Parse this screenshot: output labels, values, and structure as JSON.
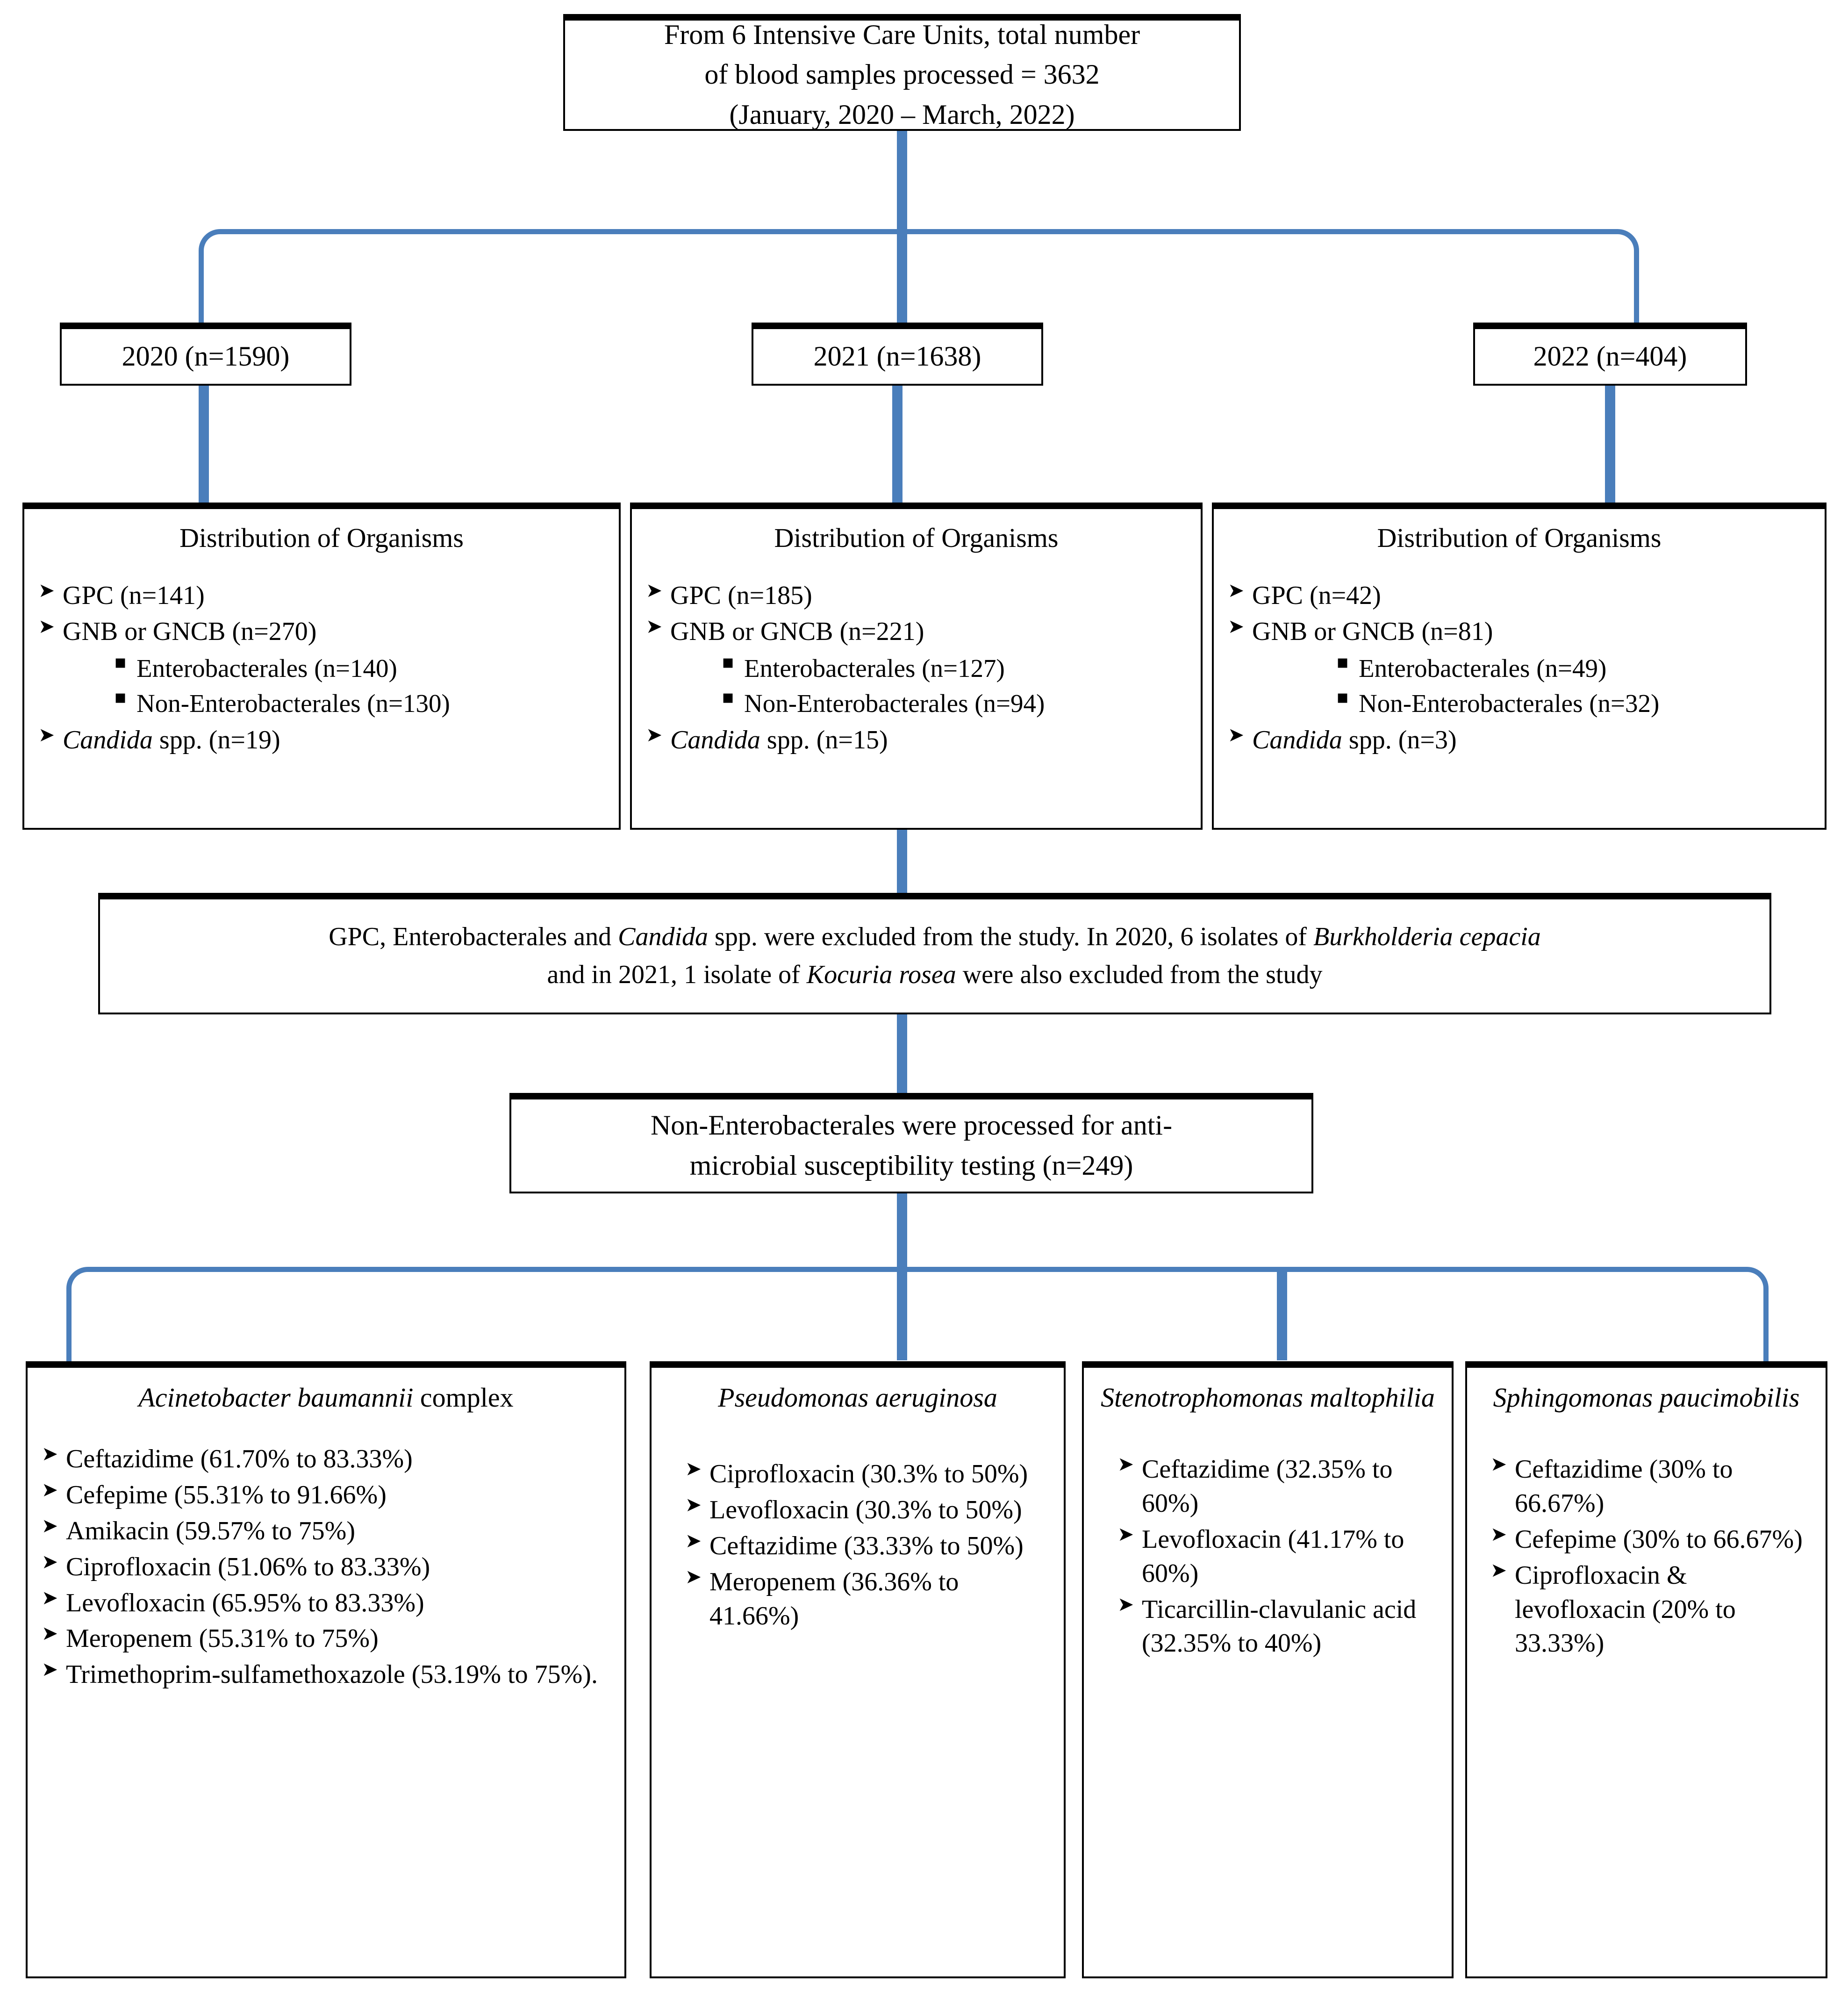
{
  "top_box": {
    "lines": [
      "From 6 Intensive Care Units, total number",
      "of blood samples processed = 3632",
      "(January, 2020 – March, 2022)"
    ]
  },
  "year_boxes": [
    {
      "label": "2020 (n=1590)"
    },
    {
      "label": "2021 (n=1638)"
    },
    {
      "label": "2022 (n=404)"
    }
  ],
  "distribution_boxes": [
    {
      "heading": "Distribution of Organisms",
      "items": [
        {
          "text": "GPC (n=141)"
        },
        {
          "text": "GNB or GNCB (n=270)",
          "sub": [
            "Enterobacterales (n=140)",
            "Non-Enterobacterales (n=130)"
          ]
        },
        {
          "italic_prefix": "Candida",
          "text": " spp. (n=19)"
        }
      ]
    },
    {
      "heading": "Distribution of Organisms",
      "items": [
        {
          "text": "GPC (n=185)"
        },
        {
          "text": "GNB or GNCB (n=221)",
          "sub": [
            "Enterobacterales (n=127)",
            "Non-Enterobacterales (n=94)"
          ]
        },
        {
          "italic_prefix": "Candida",
          "text": " spp. (n=15)"
        }
      ]
    },
    {
      "heading": "Distribution of Organisms",
      "items": [
        {
          "text": "GPC (n=42)"
        },
        {
          "text": "GNB or GNCB (n=81)",
          "sub": [
            "Enterobacterales (n=49)",
            "Non-Enterobacterales (n=32)"
          ]
        },
        {
          "italic_prefix": "Candida",
          "text": " spp. (n=3)"
        }
      ]
    }
  ],
  "exclusion_box": {
    "line1_a": "GPC, Enterobacterales and ",
    "line1_italic": "Candida",
    "line1_b": " spp. were excluded from the study. In 2020, 6 isolates of ",
    "line1_italic2": "Burkholderia cepacia",
    "line2_a": "and in 2021, 1 isolate of ",
    "line2_italic": "Kocuria rosea",
    "line2_b": " were also excluded from the study"
  },
  "ast_box": {
    "lines": [
      "Non-Enterobacterales were processed for anti-",
      "microbial susceptibility testing (n=249)"
    ]
  },
  "organism_panels": [
    {
      "name_italic": "Acinetobacter baumannii",
      "name_rest": " complex",
      "items": [
        "Ceftazidime (61.70% to 83.33%)",
        "Cefepime (55.31% to 91.66%)",
        "Amikacin (59.57% to 75%)",
        "Ciprofloxacin (51.06% to 83.33%)",
        "Levofloxacin (65.95% to 83.33%)",
        "Meropenem (55.31% to 75%)",
        "Trimethoprim-sulfamethoxazole (53.19% to 75%)."
      ]
    },
    {
      "name_italic": "Pseudomonas aeruginosa",
      "name_rest": "",
      "items": [
        "Ciprofloxacin (30.3% to 50%)",
        "Levofloxacin (30.3% to 50%)",
        "Ceftazidime (33.33% to 50%)",
        "Meropenem (36.36% to 41.66%)"
      ]
    },
    {
      "name_italic": "Stenotrophomonas maltophilia",
      "name_rest": "",
      "items": [
        "Ceftazidime (32.35% to 60%)",
        "Levofloxacin (41.17% to 60%)",
        "Ticarcillin-clavulanic acid (32.35% to 40%)"
      ]
    },
    {
      "name_italic": "Sphingomonas paucimobilis",
      "name_rest": "",
      "items": [
        "Ceftazidime (30% to 66.67%)",
        "Cefepime (30% to 66.67%)",
        "Ciprofloxacin & levofloxacin (20% to 33.33%)"
      ]
    }
  ],
  "colors": {
    "connector": "#4a7ebb",
    "border": "#000000",
    "background": "#ffffff"
  }
}
